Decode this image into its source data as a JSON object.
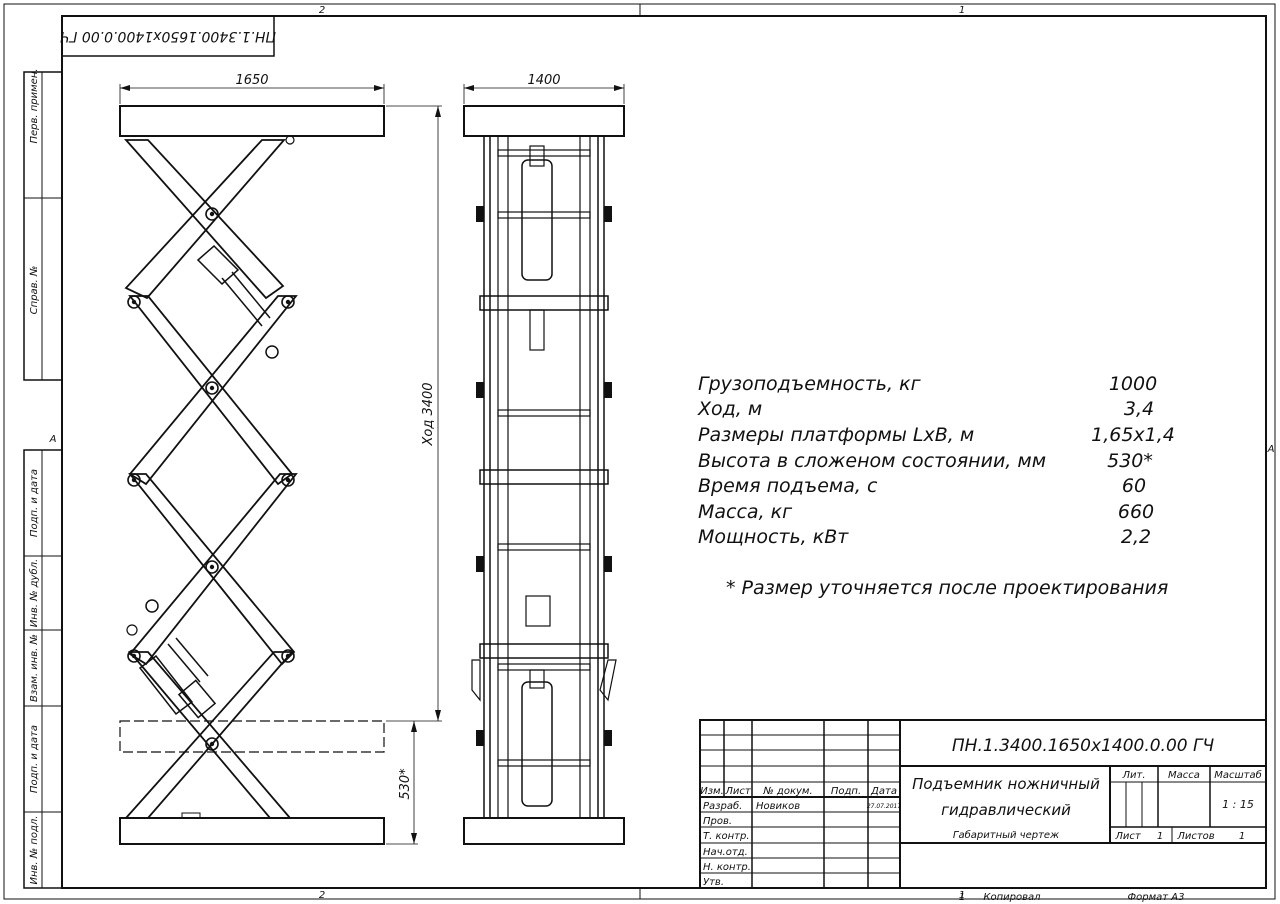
{
  "frame": {
    "zone_top_left": "2",
    "zone_top_right": "1",
    "zone_bottom_left": "2",
    "zone_bottom_right": "1",
    "side_left": "A",
    "side_right": "A"
  },
  "stamp_top": "ПН.1.3400.1650х1400.0.00 ГЧ",
  "side_strip": [
    "Перв. примен.",
    "Справ. №",
    "Подп. и дата",
    "Инв. № дубл.",
    "Взам. инв. №",
    "Подп. и дата",
    "Инв. № подл."
  ],
  "dims": {
    "side_width": "1650",
    "front_width": "1400",
    "stroke": "Ход 3400",
    "folded_height": "530*"
  },
  "specs": [
    {
      "label": "Грузоподъемность, кг",
      "value": "1000"
    },
    {
      "label": "Ход, м",
      "value": "3,4"
    },
    {
      "label": "Размеры платформы LxB, м",
      "value": "1,65х1,4"
    },
    {
      "label": "Высота в сложеном состоянии, мм",
      "value": "530*"
    },
    {
      "label": "Время подъема, с",
      "value": "60"
    },
    {
      "label": "Масса, кг",
      "value": "660"
    },
    {
      "label": "Мощность, кВт",
      "value": "2,2"
    }
  ],
  "note": "* Размер уточняется после проектирования",
  "title_block": {
    "designation": "ПН.1.3400.1650х1400.0.00 ГЧ",
    "name_line1": "Подъемник ножничный",
    "name_line2": "гидравлический",
    "doc_type": "Габаритный чертеж",
    "headers": {
      "izm": "Изм.",
      "list": "Лист",
      "doc": "№ докум.",
      "sign": "Подп.",
      "date": "Дата"
    },
    "rows": [
      {
        "role": "Разраб.",
        "name": "Новиков",
        "date": "27.07.2017"
      },
      {
        "role": "Пров.",
        "name": "",
        "date": ""
      },
      {
        "role": "Т. контр.",
        "name": "",
        "date": ""
      },
      {
        "role": "Нач.отд.",
        "name": "",
        "date": ""
      },
      {
        "role": "Н. контр.",
        "name": "",
        "date": ""
      },
      {
        "role": "Утв.",
        "name": "",
        "date": ""
      }
    ],
    "lit_label": "Лит.",
    "mass_label": "Масса",
    "scale_label": "Масштаб",
    "scale": "1 : 15",
    "sheet_label": "Лист",
    "sheet": "1",
    "sheets_label": "Листов",
    "sheets": "1",
    "copied_num": "1",
    "copied": "Копировал",
    "format": "Формат А3"
  },
  "colors": {
    "line": "#111111",
    "background": "#ffffff"
  }
}
